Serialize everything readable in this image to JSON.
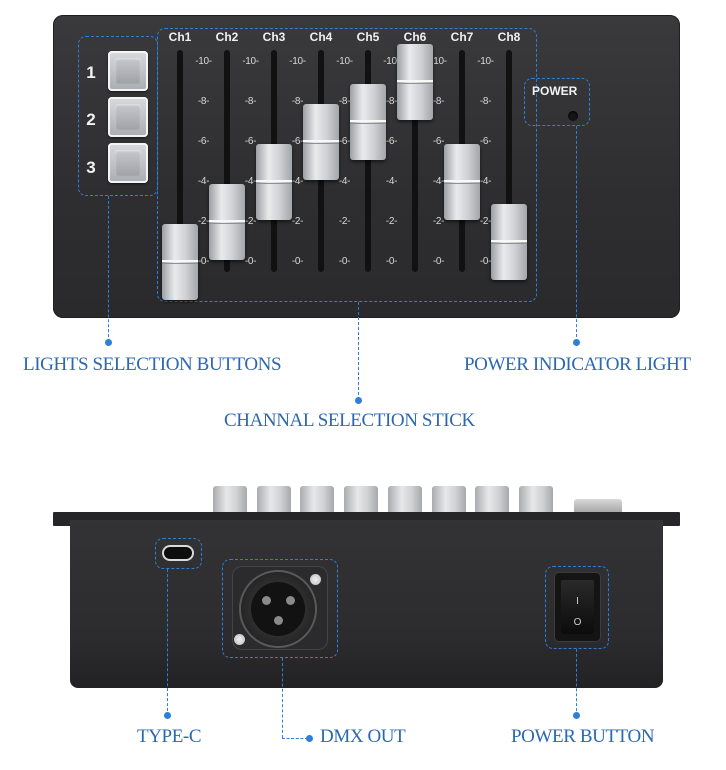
{
  "top_panel": {
    "light_buttons": [
      {
        "number": "1"
      },
      {
        "number": "2"
      },
      {
        "number": "3"
      }
    ],
    "channels": [
      {
        "label": "Ch1",
        "level": 0
      },
      {
        "label": "Ch2",
        "level": 2
      },
      {
        "label": "Ch3",
        "level": 4
      },
      {
        "label": "Ch4",
        "level": 6
      },
      {
        "label": "Ch5",
        "level": 7
      },
      {
        "label": "Ch6",
        "level": 9
      },
      {
        "label": "Ch7",
        "level": 4
      },
      {
        "label": "Ch8",
        "level": 1
      }
    ],
    "scale_ticks": [
      "10",
      "8",
      "6",
      "4",
      "2",
      "0"
    ],
    "power_label": "POWER"
  },
  "rear_panel": {
    "switch_on_mark": "I",
    "switch_off_mark": "O"
  },
  "callouts": {
    "lights_selection": "LIGHTS SELECTION BUTTONS",
    "power_indicator": "POWER INDICATOR LIGHT",
    "channel_selection": "CHANNAL SELECTION STICK",
    "type_c": "TYPE-C",
    "dmx_out": "DMX OUT",
    "power_button": "POWER BUTTON"
  },
  "colors": {
    "accent": "#2f7fd6",
    "callout_text": "#2b68b0",
    "panel": "#2e2e30"
  }
}
